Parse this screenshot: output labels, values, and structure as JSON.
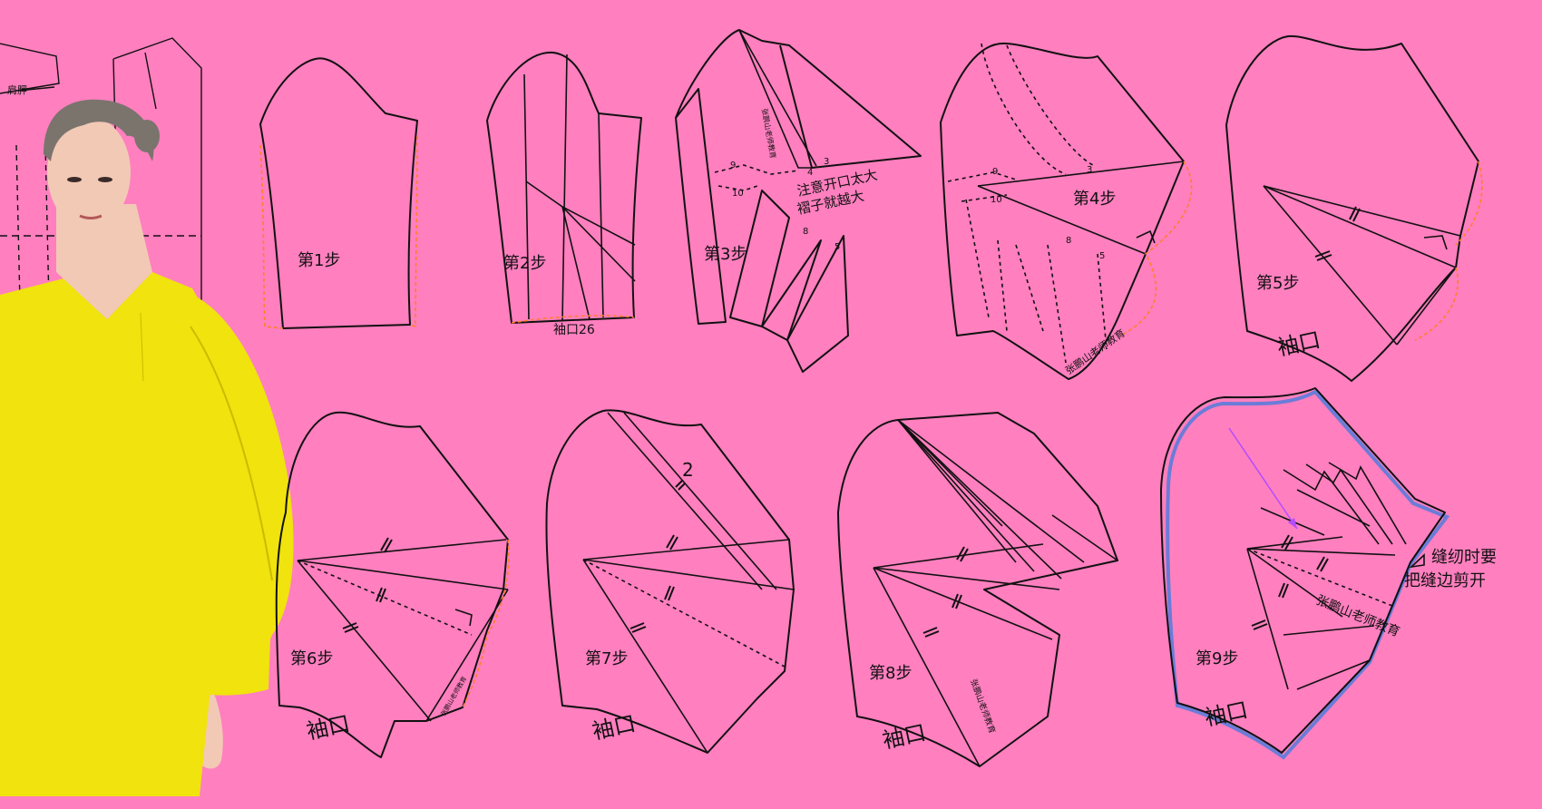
{
  "colors": {
    "background": "#ff7fbf",
    "line": "#111111",
    "seam_dash": "#ff7f2a",
    "dress": "#f0e30e",
    "dress_shadow": "#c9bc00",
    "skin": "#f2c9b5",
    "hair": "#7a746d",
    "cut_outline": "#6b7cd8",
    "arrow": "#b44dff"
  },
  "figure": {
    "icon": "model-in-yellow-dress"
  },
  "bodice": {
    "shoulder_label": "肩胛"
  },
  "steps": [
    {
      "label": "第1步"
    },
    {
      "label": "第2步",
      "cuff_label": "袖口26"
    },
    {
      "label": "第3步",
      "note": [
        "注意开口太大",
        "褶子就越大"
      ],
      "nums": [
        "9",
        "10",
        "4",
        "3",
        "8",
        "5"
      ],
      "watermark": "张鹏山老师教育"
    },
    {
      "label": "第4步",
      "nums": [
        "9",
        "10",
        "8",
        "5",
        "3"
      ],
      "watermark": "张鹏山老师教育"
    },
    {
      "label": "第5步",
      "cuff_label": "袖口"
    },
    {
      "label": "第6步",
      "cuff_label": "袖口",
      "watermark": "张鹏山老师教育"
    },
    {
      "label": "第7步",
      "cuff_label": "袖口",
      "dim": "2"
    },
    {
      "label": "第8步",
      "cuff_label": "袖口",
      "watermark": "张鹏山老师教育"
    },
    {
      "label": "第9步",
      "cuff_label": "袖口",
      "watermark": "张鹏山老师教育",
      "note": [
        "缝纫时要",
        "把缝边剪开"
      ]
    }
  ]
}
